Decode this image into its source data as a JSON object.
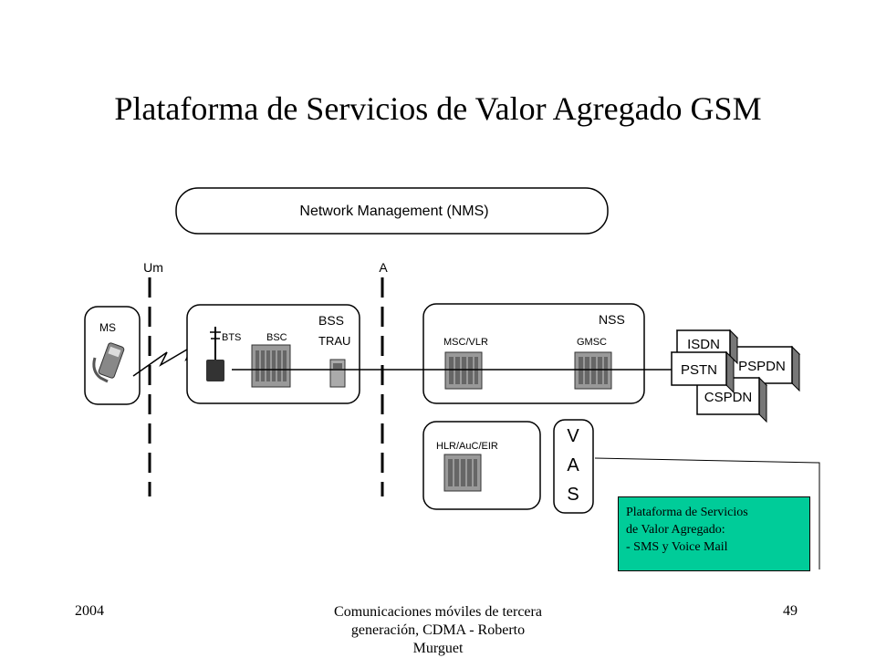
{
  "title": "Plataforma de Servicios de Valor Agregado GSM",
  "diagram": {
    "nms_label": "Network Management (NMS)",
    "interfaces": {
      "um": "Um",
      "a": "A"
    },
    "ms_label": "MS",
    "bss": {
      "label": "BSS",
      "bts": "BTS",
      "bsc": "BSC",
      "trau": "TRAU"
    },
    "nss": {
      "label": "NSS",
      "msc_vlr": "MSC/VLR",
      "gmsc": "GMSC"
    },
    "hlr_label": "HLR/AuC/EIR",
    "vas_letters": [
      "V",
      "A",
      "S"
    ],
    "external_networks": {
      "isdn": "ISDN",
      "pstn": "PSTN",
      "pspdn": "PSPDN",
      "cspdn": "CSPDN"
    }
  },
  "callout": {
    "line1": "Plataforma de Servicios",
    "line2": "de Valor Agregado:",
    "line3": "- SMS y Voice Mail",
    "color": "#00cc99"
  },
  "footer": {
    "year": "2004",
    "center_line1": "Comunicaciones móviles de tercera",
    "center_line2": "generación, CDMA - Roberto",
    "center_line3": "Murguet",
    "page": "49"
  }
}
